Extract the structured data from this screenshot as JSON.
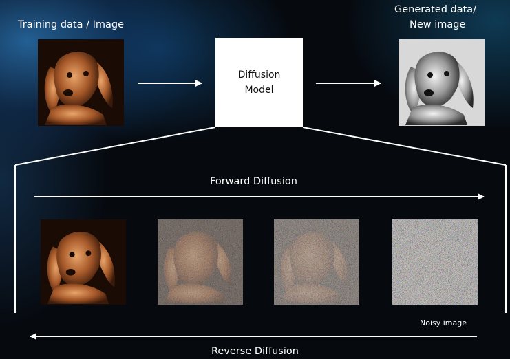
{
  "labels": {
    "training": "Training data / Image",
    "generated_line1": "Generated data/",
    "generated_line2": "New image",
    "model_line1": "Diffusion",
    "model_line2": "Model",
    "forward": "Forward Diffusion",
    "reverse": "Reverse Diffusion",
    "noisy": "Noisy image"
  },
  "colors": {
    "accent_blue": "#2a6ea8",
    "line": "#ffffff",
    "background": "#06090e"
  },
  "icons": {
    "arrow": "arrow-right-icon",
    "dog_image": "dog-portrait-image"
  },
  "stages": [
    {
      "noise": 0.0
    },
    {
      "noise": 0.45
    },
    {
      "noise": 0.6
    },
    {
      "noise": 0.9
    }
  ]
}
